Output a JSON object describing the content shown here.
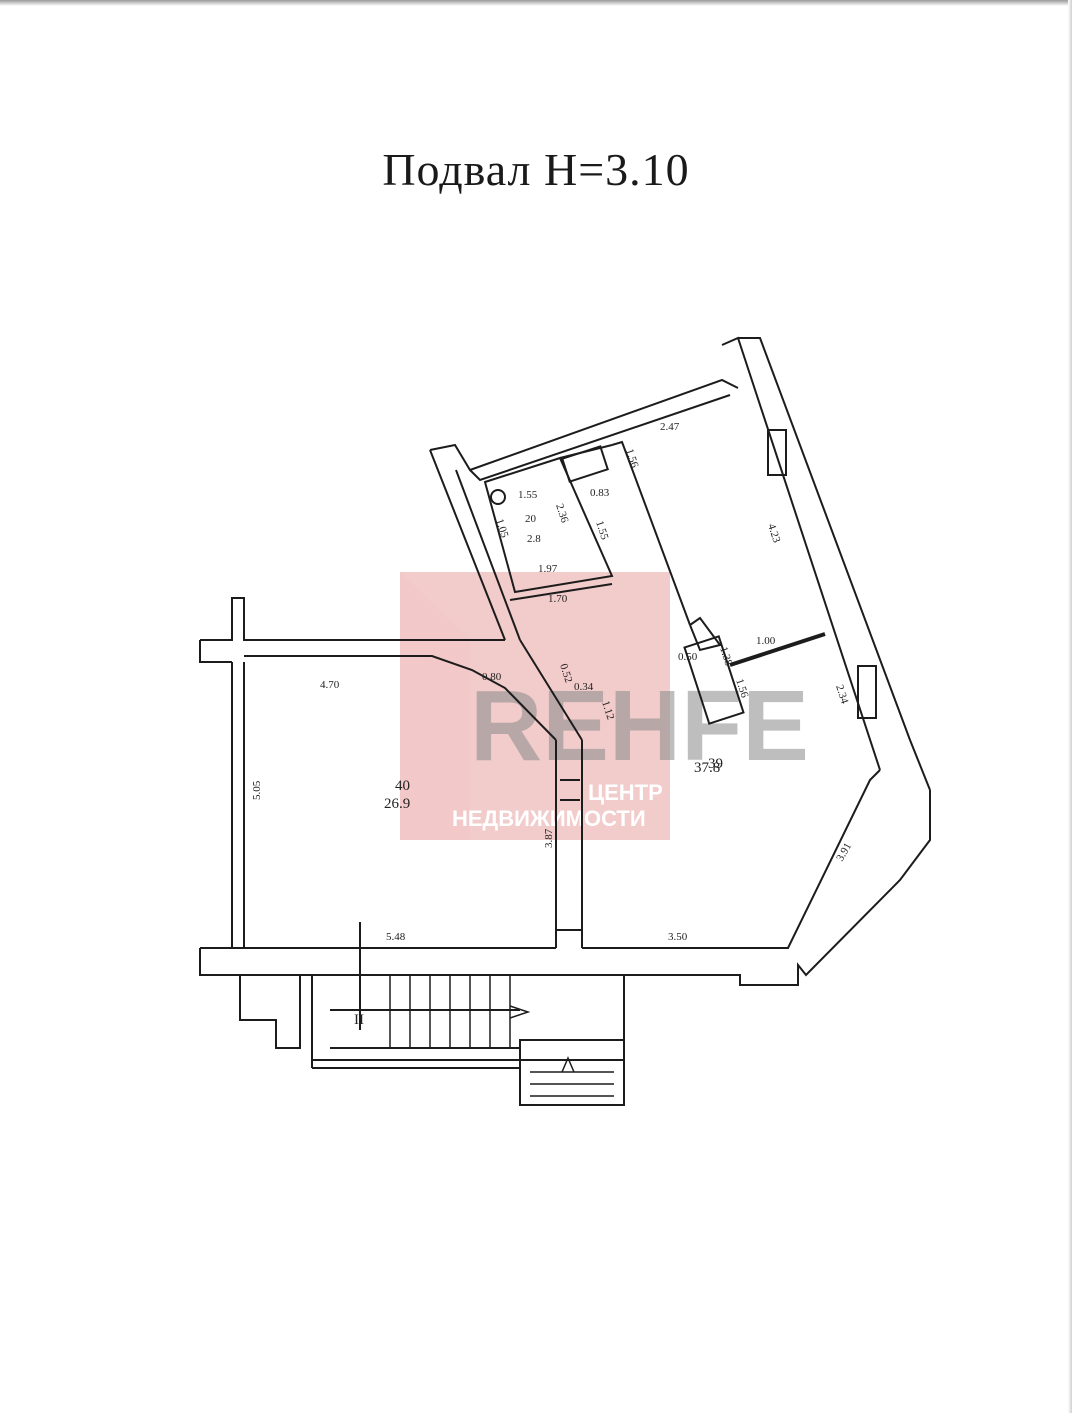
{
  "title": "Подвал  H=3.10",
  "watermark": {
    "brand": "REHFE",
    "line1": "ЦЕНТР",
    "line2": "НЕДВИЖИМОСТИ",
    "color": "#e8a0a0"
  },
  "rooms": [
    {
      "id": "room-left",
      "number": "40",
      "area": "26.9"
    },
    {
      "id": "room-right",
      "number": "39",
      "area": "37.8"
    },
    {
      "id": "room-wc",
      "number": "20",
      "area": "2.8"
    }
  ],
  "dimensions": {
    "left_top": "4.70",
    "left_side": "5.05",
    "left_bottom": "5.48",
    "left_diag": "0.80",
    "partition_height": "3.87",
    "right_bottom": "3.50",
    "right_diag": "3.91",
    "right_upper_side": "4.23",
    "right_top": "2.47",
    "right_corner": "1.56",
    "right_mid": "1.00",
    "right_lower_side": "2.34",
    "pillar_a": "0.50",
    "pillar_b": "1.38",
    "pillar_c": "1.56",
    "corridor_a": "0.52",
    "corridor_b": "0.34",
    "corridor_c": "1.12",
    "wc_top": "1.55",
    "wc_side": "1.05",
    "wc_mid": "2.36",
    "wc_right": "0.83",
    "wc_right_side": "1.55",
    "wc_bottom_a": "1.97",
    "wc_bottom_b": "1.70"
  },
  "stair_label": "II"
}
